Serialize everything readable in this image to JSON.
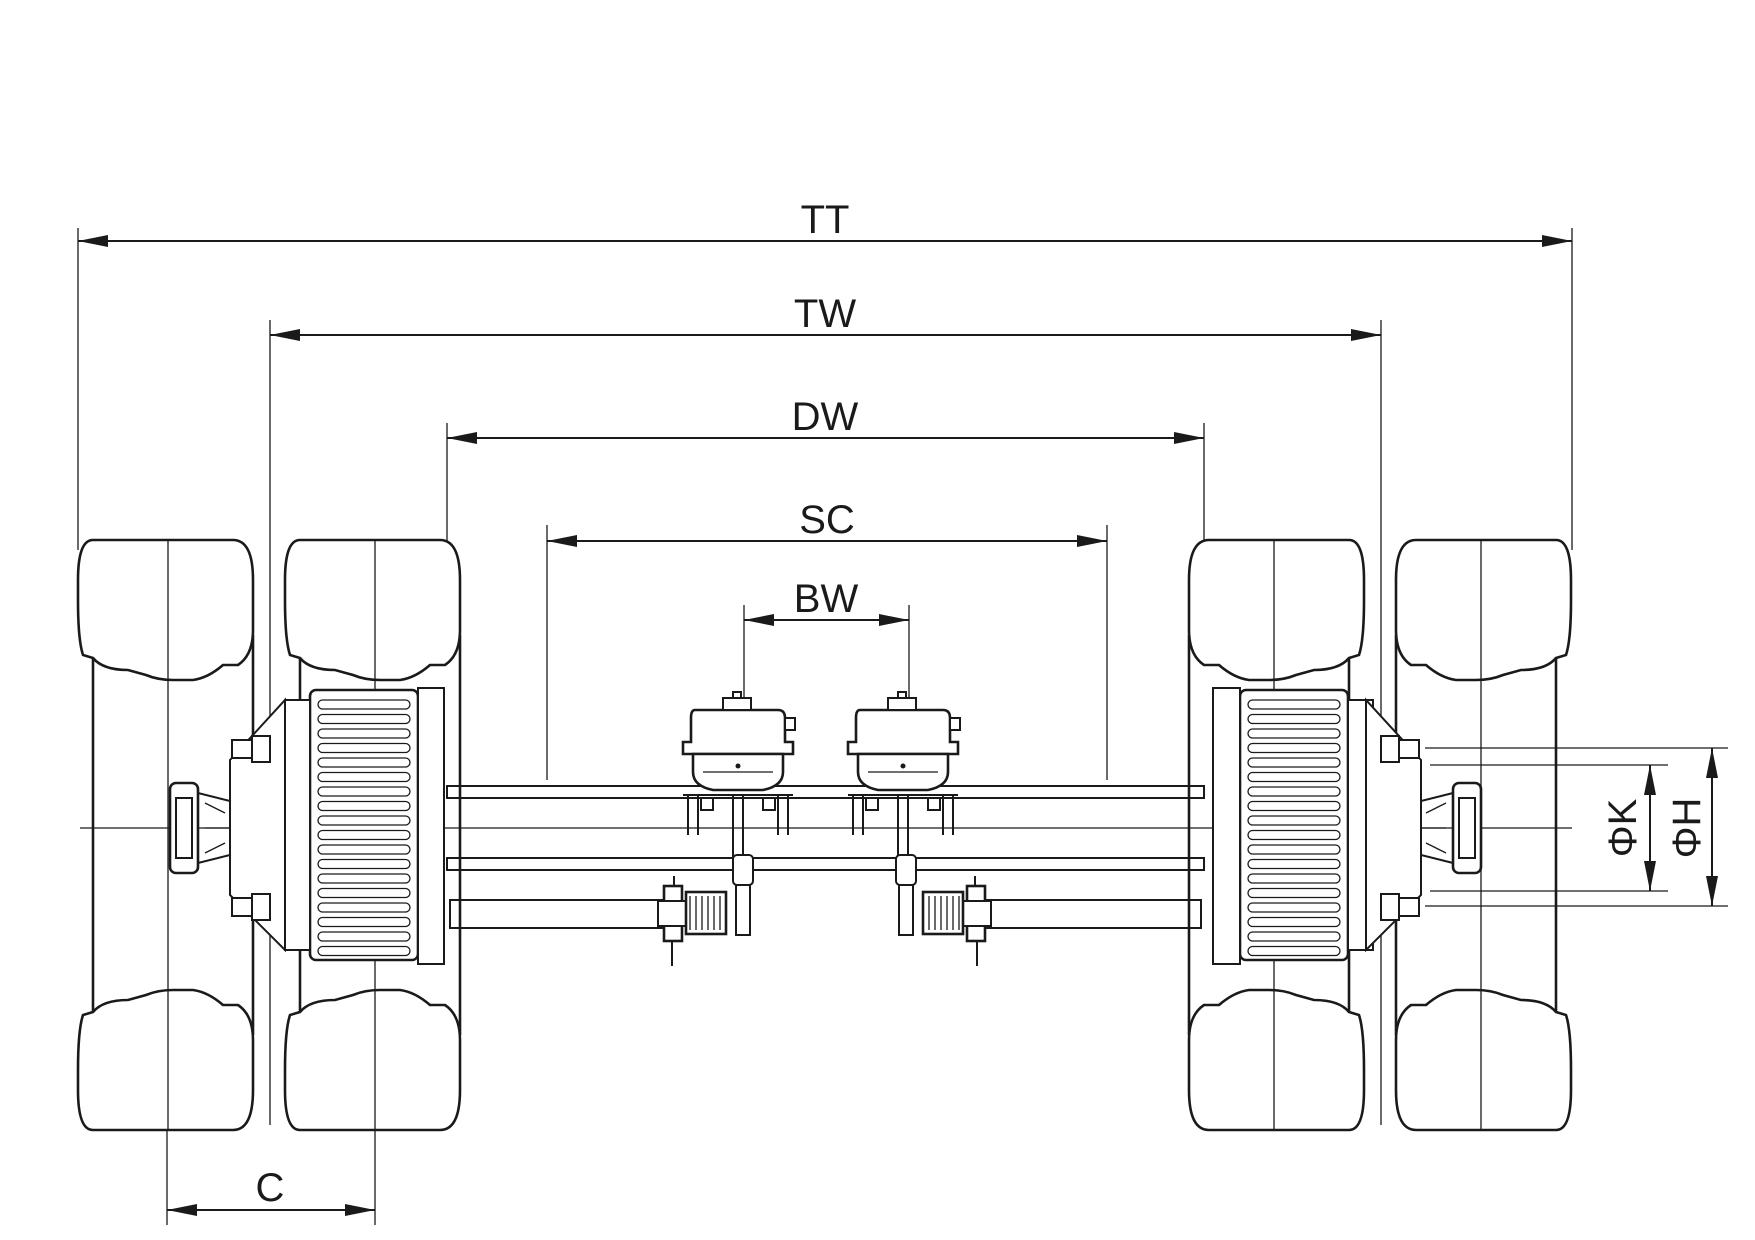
{
  "dimensions": {
    "tt": "TT",
    "tw": "TW",
    "dw": "DW",
    "sc": "SC",
    "bw": "BW",
    "c": "C",
    "phi_k": "ΦK",
    "phi_h": "ΦH"
  },
  "colors": {
    "line": "#1a1a1a",
    "background": "#ffffff"
  }
}
